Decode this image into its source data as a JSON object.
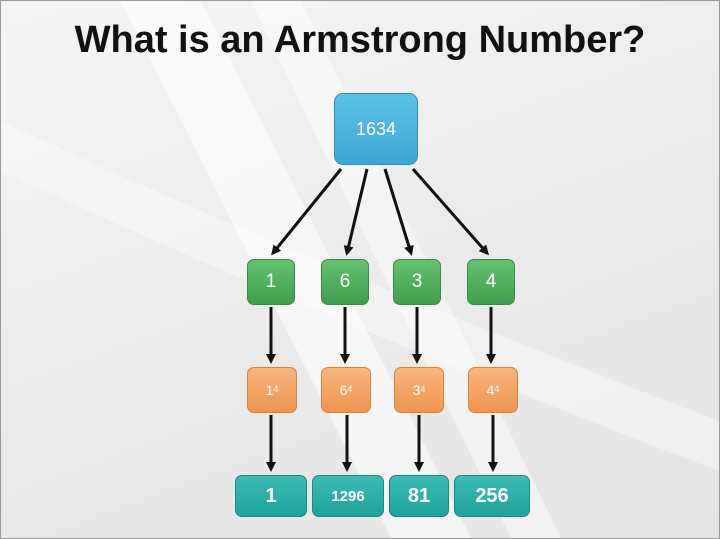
{
  "title": "What is an Armstrong Number?",
  "root": "1634",
  "digits": [
    "1",
    "6",
    "3",
    "4"
  ],
  "powers": [
    {
      "base": "1",
      "exp": "4"
    },
    {
      "base": "6",
      "exp": "4"
    },
    {
      "base": "3",
      "exp": "4"
    },
    {
      "base": "4",
      "exp": "4"
    }
  ],
  "results": [
    "1",
    "1296",
    "81",
    "256"
  ],
  "colors": {
    "root": "#3ea7d5",
    "digit": "#4caf50",
    "power": "#f39c5a",
    "result": "#20a39b",
    "arrow": "#111111"
  }
}
